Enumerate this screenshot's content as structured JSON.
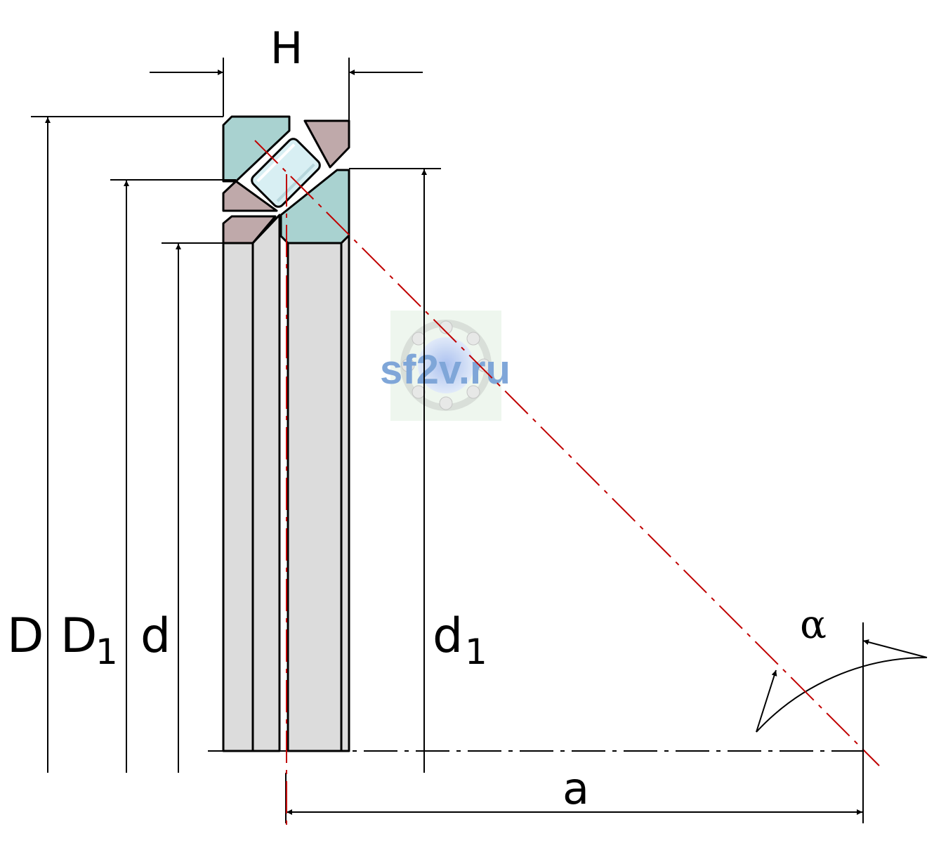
{
  "labels": {
    "H": "H",
    "D": "D",
    "D1_main": "D",
    "D1_sub": "1",
    "d": "d",
    "d1_main": "d",
    "d1_sub": "1",
    "a": "a",
    "alpha": "α"
  },
  "watermark": {
    "text": "sf2v.ru"
  },
  "colors": {
    "line": "#000000",
    "axis": "#c00000",
    "ring_teal": "#a9d2d0",
    "ring_mauve": "#bfa9aa",
    "body_grey": "#dcdcdc",
    "roller": "#d8eff3",
    "watermark_text": "#7fa6d8",
    "watermark_bg": "#eef6ee"
  },
  "icons": {
    "watermark": "bearing-logo-icon"
  }
}
